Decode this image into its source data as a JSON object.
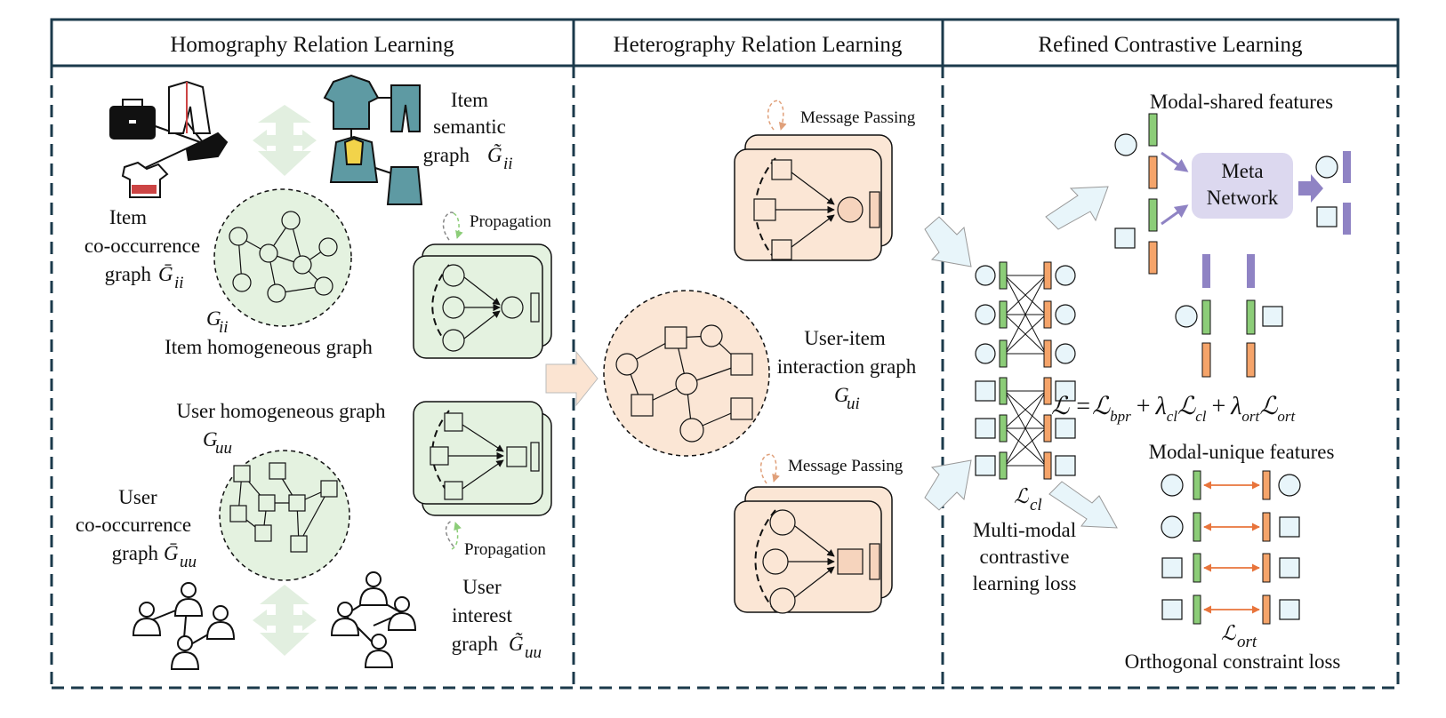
{
  "headers": {
    "homography": "Homography Relation Learning",
    "heterography": "Heterography Relation Learning",
    "contrastive": "Refined Contrastive Learning"
  },
  "homography": {
    "item_semantic": [
      "Item",
      "semantic",
      "graph"
    ],
    "item_semantic_sym": "G̃",
    "item_sub": "ii",
    "item_cooc": [
      "Item",
      "co-occurrence",
      "graph"
    ],
    "item_cooc_sym": "Ḡ",
    "item_homog_sym": "G",
    "item_homog": "Item homogeneous graph",
    "propagation": "Propagation",
    "user_homog": "User homogeneous graph",
    "user_homog_sym": "G",
    "user_sub": "uu",
    "user_cooc": [
      "User",
      "co-occurrence",
      "graph"
    ],
    "user_cooc_sym": "Ḡ",
    "user_interest": [
      "User",
      "interest",
      "graph"
    ],
    "user_interest_sym": "G̃"
  },
  "heterography": {
    "message_passing": "Message Passing",
    "ui_graph": [
      "User-item",
      "interaction graph"
    ],
    "ui_sym": "G",
    "ui_sub": "ui"
  },
  "contrastive": {
    "modal_shared": "Modal-shared features",
    "meta_network": [
      "Meta",
      "Network"
    ],
    "loss_eq": {
      "L": "ℒ",
      "eq": "=",
      "plus": "+",
      "lambda": "λ",
      "bpr": "bpr",
      "cl": "cl",
      "ort": "ort"
    },
    "modal_unique": "Modal-unique features",
    "lcl_sym": "ℒ",
    "lcl_sub": "cl",
    "mm_loss": [
      "Multi-modal",
      "contrastive",
      "learning loss"
    ],
    "lort_sym": "ℒ",
    "lort_sub": "ort",
    "ort_loss": "Orthogonal constraint loss"
  },
  "colors": {
    "border": "#1b3a4b",
    "green_fill": "#daf0d4",
    "green_bar": "#8ccd78",
    "orange_fill": "#fbe6d5",
    "orange_bar": "#f5a46a",
    "blue_fill": "#e8f5fa",
    "purple": "#8f83c4",
    "meta_fill": "#dcd8ef",
    "arrow_orange": "#e8743b"
  }
}
